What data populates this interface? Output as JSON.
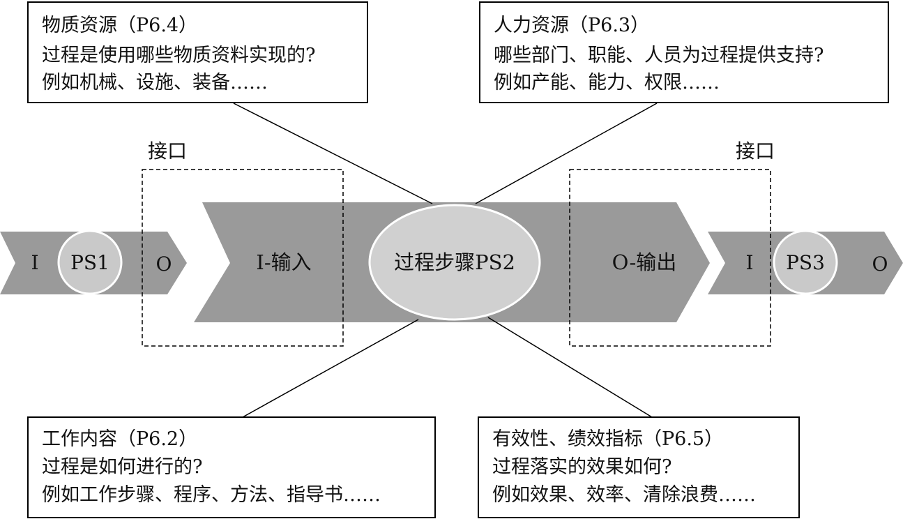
{
  "colors": {
    "arrow": "#9a9a9a",
    "circle_fill": "#c9c9c9",
    "center_ellipse_fill": "#d0d0d0",
    "stroke": "#000000",
    "background": "#ffffff"
  },
  "boxes": {
    "material": {
      "title": "物质资源（P6.4）",
      "line1": "过程是使用哪些物质资料实现的?",
      "line2": "例如机械、设施、装备……"
    },
    "human": {
      "title": "人力资源（P6.3）",
      "line1": "哪些部门、职能、人员为过程提供支持?",
      "line2": "例如产能、能力、权限……"
    },
    "work": {
      "title": "工作内容（P6.2）",
      "line1": "过程是如何进行的?",
      "line2": "例如工作步骤、程序、方法、指导书……"
    },
    "effectiveness": {
      "title": "有效性、绩效指标（P6.5）",
      "line1": "过程落实的效果如何?",
      "line2": "例如效果、效率、清除浪费……"
    }
  },
  "interfaces": {
    "left_label": "接口",
    "right_label": "接口"
  },
  "left_process": {
    "input": "I",
    "step": "PS1",
    "output": "O"
  },
  "main_process": {
    "input": "I-输入",
    "step": "过程步骤PS2",
    "output": "O-输出"
  },
  "right_process": {
    "input": "I",
    "step": "PS3",
    "output": "O"
  }
}
